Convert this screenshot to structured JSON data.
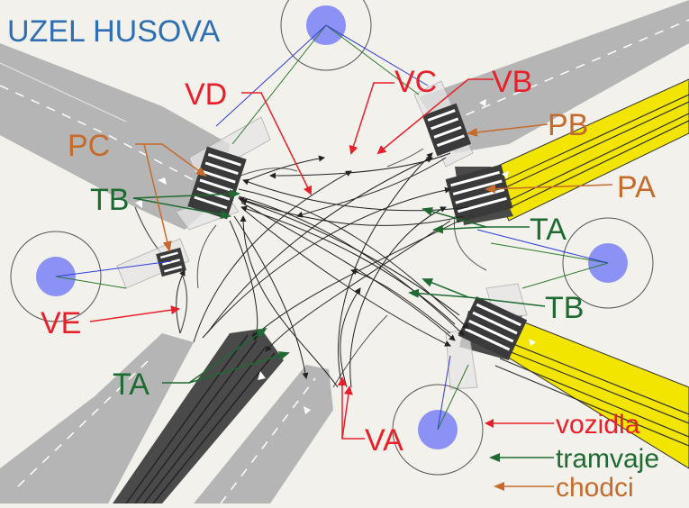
{
  "title": "UZEL HUSOVA",
  "colors": {
    "background": "#f3f1ec",
    "road": "#b5b5b5",
    "tram_track": "#4a4a4a",
    "yellow_track": "#f2e600",
    "signal_circle": "#8c92f5",
    "vehicle": "#e8202a",
    "tram": "#1e6b32",
    "pedestrian": "#c66b2b",
    "title": "#2e6fb3"
  },
  "signal_groups": {
    "vehicles": [
      "VD",
      "VC",
      "VB",
      "VE",
      "VA"
    ],
    "trams": [
      "TB",
      "TA",
      "TB",
      "TA"
    ],
    "pedestrians": [
      "PC",
      "PB",
      "PA"
    ]
  },
  "legend": {
    "vehicles": "vozidla",
    "trams": "tramvaje",
    "pedestrians": "chodci"
  }
}
